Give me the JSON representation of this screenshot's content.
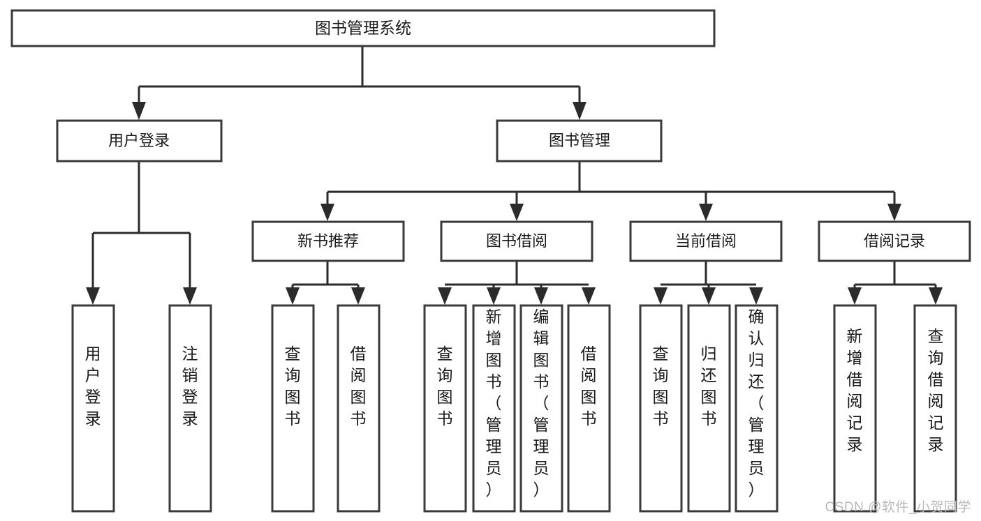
{
  "diagram": {
    "title": "图书管理系统",
    "type": "tree-hierarchy",
    "root": {
      "label": "图书管理系统"
    },
    "level2": [
      {
        "label": "用户登录"
      },
      {
        "label": "图书管理"
      }
    ],
    "level3": [
      {
        "label": "新书推荐"
      },
      {
        "label": "图书借阅"
      },
      {
        "label": "当前借阅"
      },
      {
        "label": "借阅记录"
      }
    ],
    "leaves": {
      "user_login": [
        {
          "label": "用户登录"
        },
        {
          "label": "注销登录"
        }
      ],
      "new_book_recommend": [
        {
          "label": "查询图书"
        },
        {
          "label": "借阅图书"
        }
      ],
      "book_borrow": [
        {
          "label": "查询图书"
        },
        {
          "label": "新增图书（管理员）"
        },
        {
          "label": "编辑图书（管理员）"
        },
        {
          "label": "借阅图书"
        }
      ],
      "current_borrow": [
        {
          "label": "查询图书"
        },
        {
          "label": "归还图书"
        },
        {
          "label": "确认归还（管理员）"
        }
      ],
      "borrow_record": [
        {
          "label": "新增借阅记录"
        },
        {
          "label": "查询借阅记录"
        }
      ]
    }
  },
  "watermark": {
    "text": "CSDN @软件_小贺同学"
  },
  "colors": {
    "box_stroke": "#3a3a3a",
    "connector": "#2b2b2b",
    "text": "#1a1a1a",
    "background": "#ffffff",
    "watermark": "#b9b9b9"
  }
}
